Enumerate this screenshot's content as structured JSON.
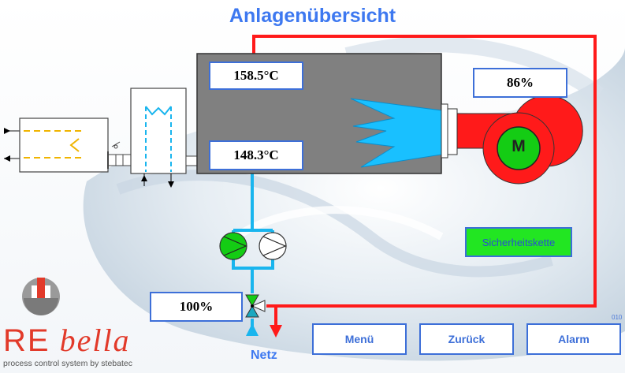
{
  "header": {
    "title": "Anlagenübersicht"
  },
  "process": {
    "temp_upper": "158.5°C",
    "temp_lower": "148.3°C",
    "burner_power": "86%",
    "valve_position": "100%",
    "motor_label": "M",
    "safety_chain": "Sicherheitskette",
    "inlet_label": "Netz"
  },
  "nav": {
    "menu": "Menü",
    "back": "Zurück",
    "alarm": "Alarm"
  },
  "screen_code": "010",
  "logo": {
    "re": "RE",
    "bella": "bella",
    "tagline": "process control system by stebatec"
  },
  "colors": {
    "title": "#3d78f0",
    "boiler": "#808080",
    "pipe_red": "#ff1a1a",
    "pipe_blue": "#19b5ee",
    "flame": "#19c0ff",
    "pump_active": "#14cc14",
    "safety_ok": "#22e622",
    "logo_red": "#e23a2a"
  },
  "icons": [
    "motor-icon",
    "pump-icon",
    "three-way-valve-icon",
    "heat-exchanger-icon",
    "burner-flame-icon",
    "logo-icon"
  ]
}
